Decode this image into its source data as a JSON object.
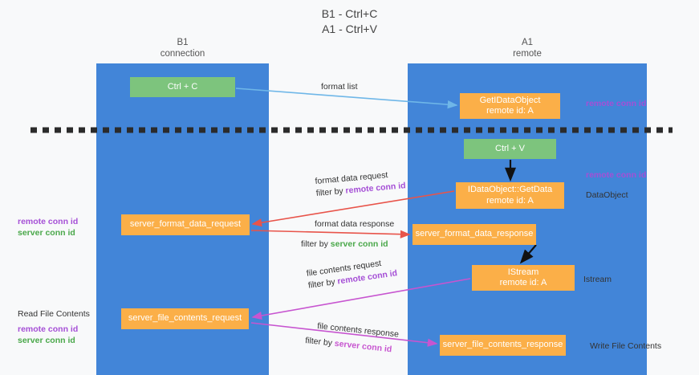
{
  "title": {
    "line1": "B1 - Ctrl+C",
    "line2": "A1 - Ctrl+V"
  },
  "lanes": [
    {
      "name": "b1",
      "id": "B1",
      "sub": "connection",
      "color": "#4285d8"
    },
    {
      "name": "a1",
      "id": "A1",
      "sub": "remote",
      "color": "#4285d8"
    }
  ],
  "nodes": {
    "ctrl_c": "Ctrl + C",
    "get_data_object_l1": "GetIDataObject",
    "get_data_object_l2": "remote id: A",
    "ctrl_v": "Ctrl + V",
    "get_data_l1": "IDataObject::GetData",
    "get_data_l2": "remote id: A",
    "server_format_data_request": "server_format_data_request",
    "server_format_data_response": "server_format_data_response",
    "istream_l1": "IStream",
    "istream_l2": "remote id: A",
    "server_file_contents_request": "server_file_contents_request",
    "server_file_contents_response": "server_file_contents_response"
  },
  "edges": {
    "format_list": "format list",
    "format_data_request": "format data request",
    "filter_by": "filter by ",
    "remote_conn_id": "remote conn id",
    "format_data_response": "format data response",
    "server_conn_id": "server conn id",
    "file_contents_request": "file contents request",
    "file_contents_response": "file contents response"
  },
  "side_labels": {
    "right_remote_conn_id_top": "remote conn id",
    "right_remote_conn_id_mid": "remote conn id",
    "data_object": "DataObject",
    "istream": "Istream",
    "write_file_contents": "Write File Contents",
    "read_file_contents": "Read File Contents",
    "left_remote_conn_id_mid": "remote conn id",
    "left_server_conn_id_mid": "server conn id",
    "left_remote_conn_id_bottom": "remote conn id",
    "left_server_conn_id_bottom": "server conn id"
  },
  "colors": {
    "lane": "#4285d8",
    "green_node": "#7dc47d",
    "orange_node": "#fbaf48",
    "purple_text": "#a54fd6",
    "green_text": "#4aa84a",
    "magenta_text": "#c755d0",
    "red_arrow": "#e8544a",
    "blue_arrow": "#6fb7e8",
    "black_arrow": "#111111",
    "divider": "#2b2b2b",
    "background": "#f8f9fa"
  }
}
